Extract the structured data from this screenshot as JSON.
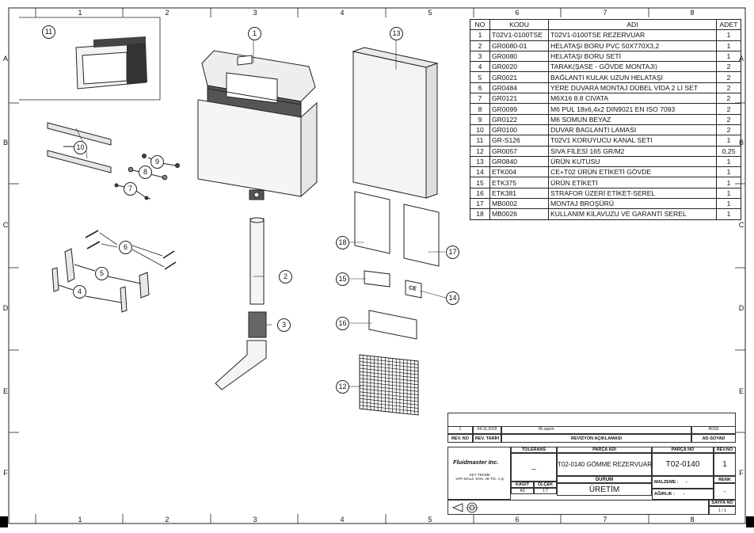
{
  "frame": {
    "cols": [
      "1",
      "2",
      "3",
      "4",
      "5",
      "6",
      "7",
      "8"
    ],
    "rows": [
      "A",
      "B",
      "C",
      "D",
      "E",
      "F"
    ]
  },
  "bom": {
    "headers": {
      "no": "NO",
      "kodu": "KODU",
      "adi": "ADI",
      "adet": "ADET"
    },
    "rows": [
      {
        "no": "1",
        "kodu": "T02V1-0100TSE",
        "adi": "T02V1-0100TSE REZERVUAR",
        "adet": "1"
      },
      {
        "no": "2",
        "kodu": "GR0080-01",
        "adi": "HELATAŞI BORU PVC 50X770X3,2",
        "adet": "1"
      },
      {
        "no": "3",
        "kodu": "GR0080",
        "adi": "HELATAŞI BORU SETİ",
        "adet": "1"
      },
      {
        "no": "4",
        "kodu": "GR0020",
        "adi": "TARAK(ŞASE - GÖVDE MONTAJI)",
        "adet": "2"
      },
      {
        "no": "5",
        "kodu": "GR0021",
        "adi": "BAĞLANTI KULAK UZUN HELATAŞI",
        "adet": "2"
      },
      {
        "no": "6",
        "kodu": "GR0484",
        "adi": "YERE DUVARA MONTAJ DÜBEL VİDA 2 Lİ SET",
        "adet": "2"
      },
      {
        "no": "7",
        "kodu": "GR0121",
        "adi": "M6X16 8.8 CIVATA",
        "adet": "2"
      },
      {
        "no": "8",
        "kodu": "GR0099",
        "adi": "M6 PUL 18x6,4x2 DIN9021 EN ISO 7093",
        "adet": "2"
      },
      {
        "no": "9",
        "kodu": "GR0122",
        "adi": "M6 SOMUN BEYAZ",
        "adet": "2"
      },
      {
        "no": "10",
        "kodu": "GR0100",
        "adi": "DUVAR BAGLANTI LAMASI",
        "adet": "2"
      },
      {
        "no": "11",
        "kodu": "GR-S126",
        "adi": "T02V1  KORUYUCU KANAL SETI",
        "adet": "1"
      },
      {
        "no": "12",
        "kodu": "GR0057",
        "adi": "SIVA FİLESİ 165 GR/M2",
        "adet": "0,25"
      },
      {
        "no": "13",
        "kodu": "GR0840",
        "adi": "ÜRÜN KUTUSU",
        "adet": "1"
      },
      {
        "no": "14",
        "kodu": "ETK004",
        "adi": "CE+T02 ÜRÜN ETİKETİ GÖVDE",
        "adet": "1"
      },
      {
        "no": "15",
        "kodu": "ETK375",
        "adi": "ÜRÜN ETİKETİ",
        "adet": "1"
      },
      {
        "no": "16",
        "kodu": "ETK381",
        "adi": "STRAFOR ÜZERİ ETİKET-SEREL",
        "adet": "1"
      },
      {
        "no": "17",
        "kodu": "MB0002",
        "adi": "MONTAJ BROŞÜRÜ",
        "adet": "1"
      },
      {
        "no": "18",
        "kodu": "MB0026",
        "adi": "KULLANIM KILAVUZU VE GARANTİ SEREL",
        "adet": "1"
      }
    ]
  },
  "balloons": [
    "1",
    "2",
    "3",
    "4",
    "5",
    "6",
    "7",
    "8",
    "9",
    "10",
    "11",
    "12",
    "13",
    "14",
    "15",
    "16",
    "17",
    "18"
  ],
  "labels": {
    "ce_mark": "CE"
  },
  "title_block": {
    "rev_row": {
      "rev": "1",
      "date": "04.11.2019",
      "desc": "İlk sayım",
      "name": "ROĞİ"
    },
    "rev_headers": {
      "rev": "REV. NO",
      "date": "REV. TARİH",
      "desc": "REVİZYON AÇIKLAMASI",
      "name": "AD-SOYAD"
    },
    "company": "Fluidmaster Inc.",
    "company_sub": "KEY TEKNİK\nYAPI MALZ. SAN. VE TİC. A.Ş.",
    "tolerans_label": "TOLERANS",
    "tolerans_value": "_",
    "kagit_label": "KAĞIT",
    "kagit_value": "A3",
    "olcek_label": "ÖLÇEK",
    "olcek_value": "1:7",
    "parca_adi_label": "PARÇA ADI",
    "parca_adi": "T02-0140 GÖMME REZERVUAR",
    "parca_no_label": "PARÇA NO",
    "parca_no": "T02-0140",
    "rev_no_label": "REV.NO",
    "rev_no": "1",
    "durum_label": "DURUM",
    "durum": "ÜRETİM",
    "malzeme_label": "MALZEME :",
    "malzeme": "-",
    "agirlik_label": "AĞIRLIK :",
    "agirlik": "-",
    "renk_label": "RENK",
    "renk": "-",
    "sayfa_label": "SAYFA NO",
    "sayfa": "1 / 1"
  },
  "colors": {
    "line": "#222222",
    "box_fill": "#f3f3f3",
    "dark": "#333333"
  }
}
